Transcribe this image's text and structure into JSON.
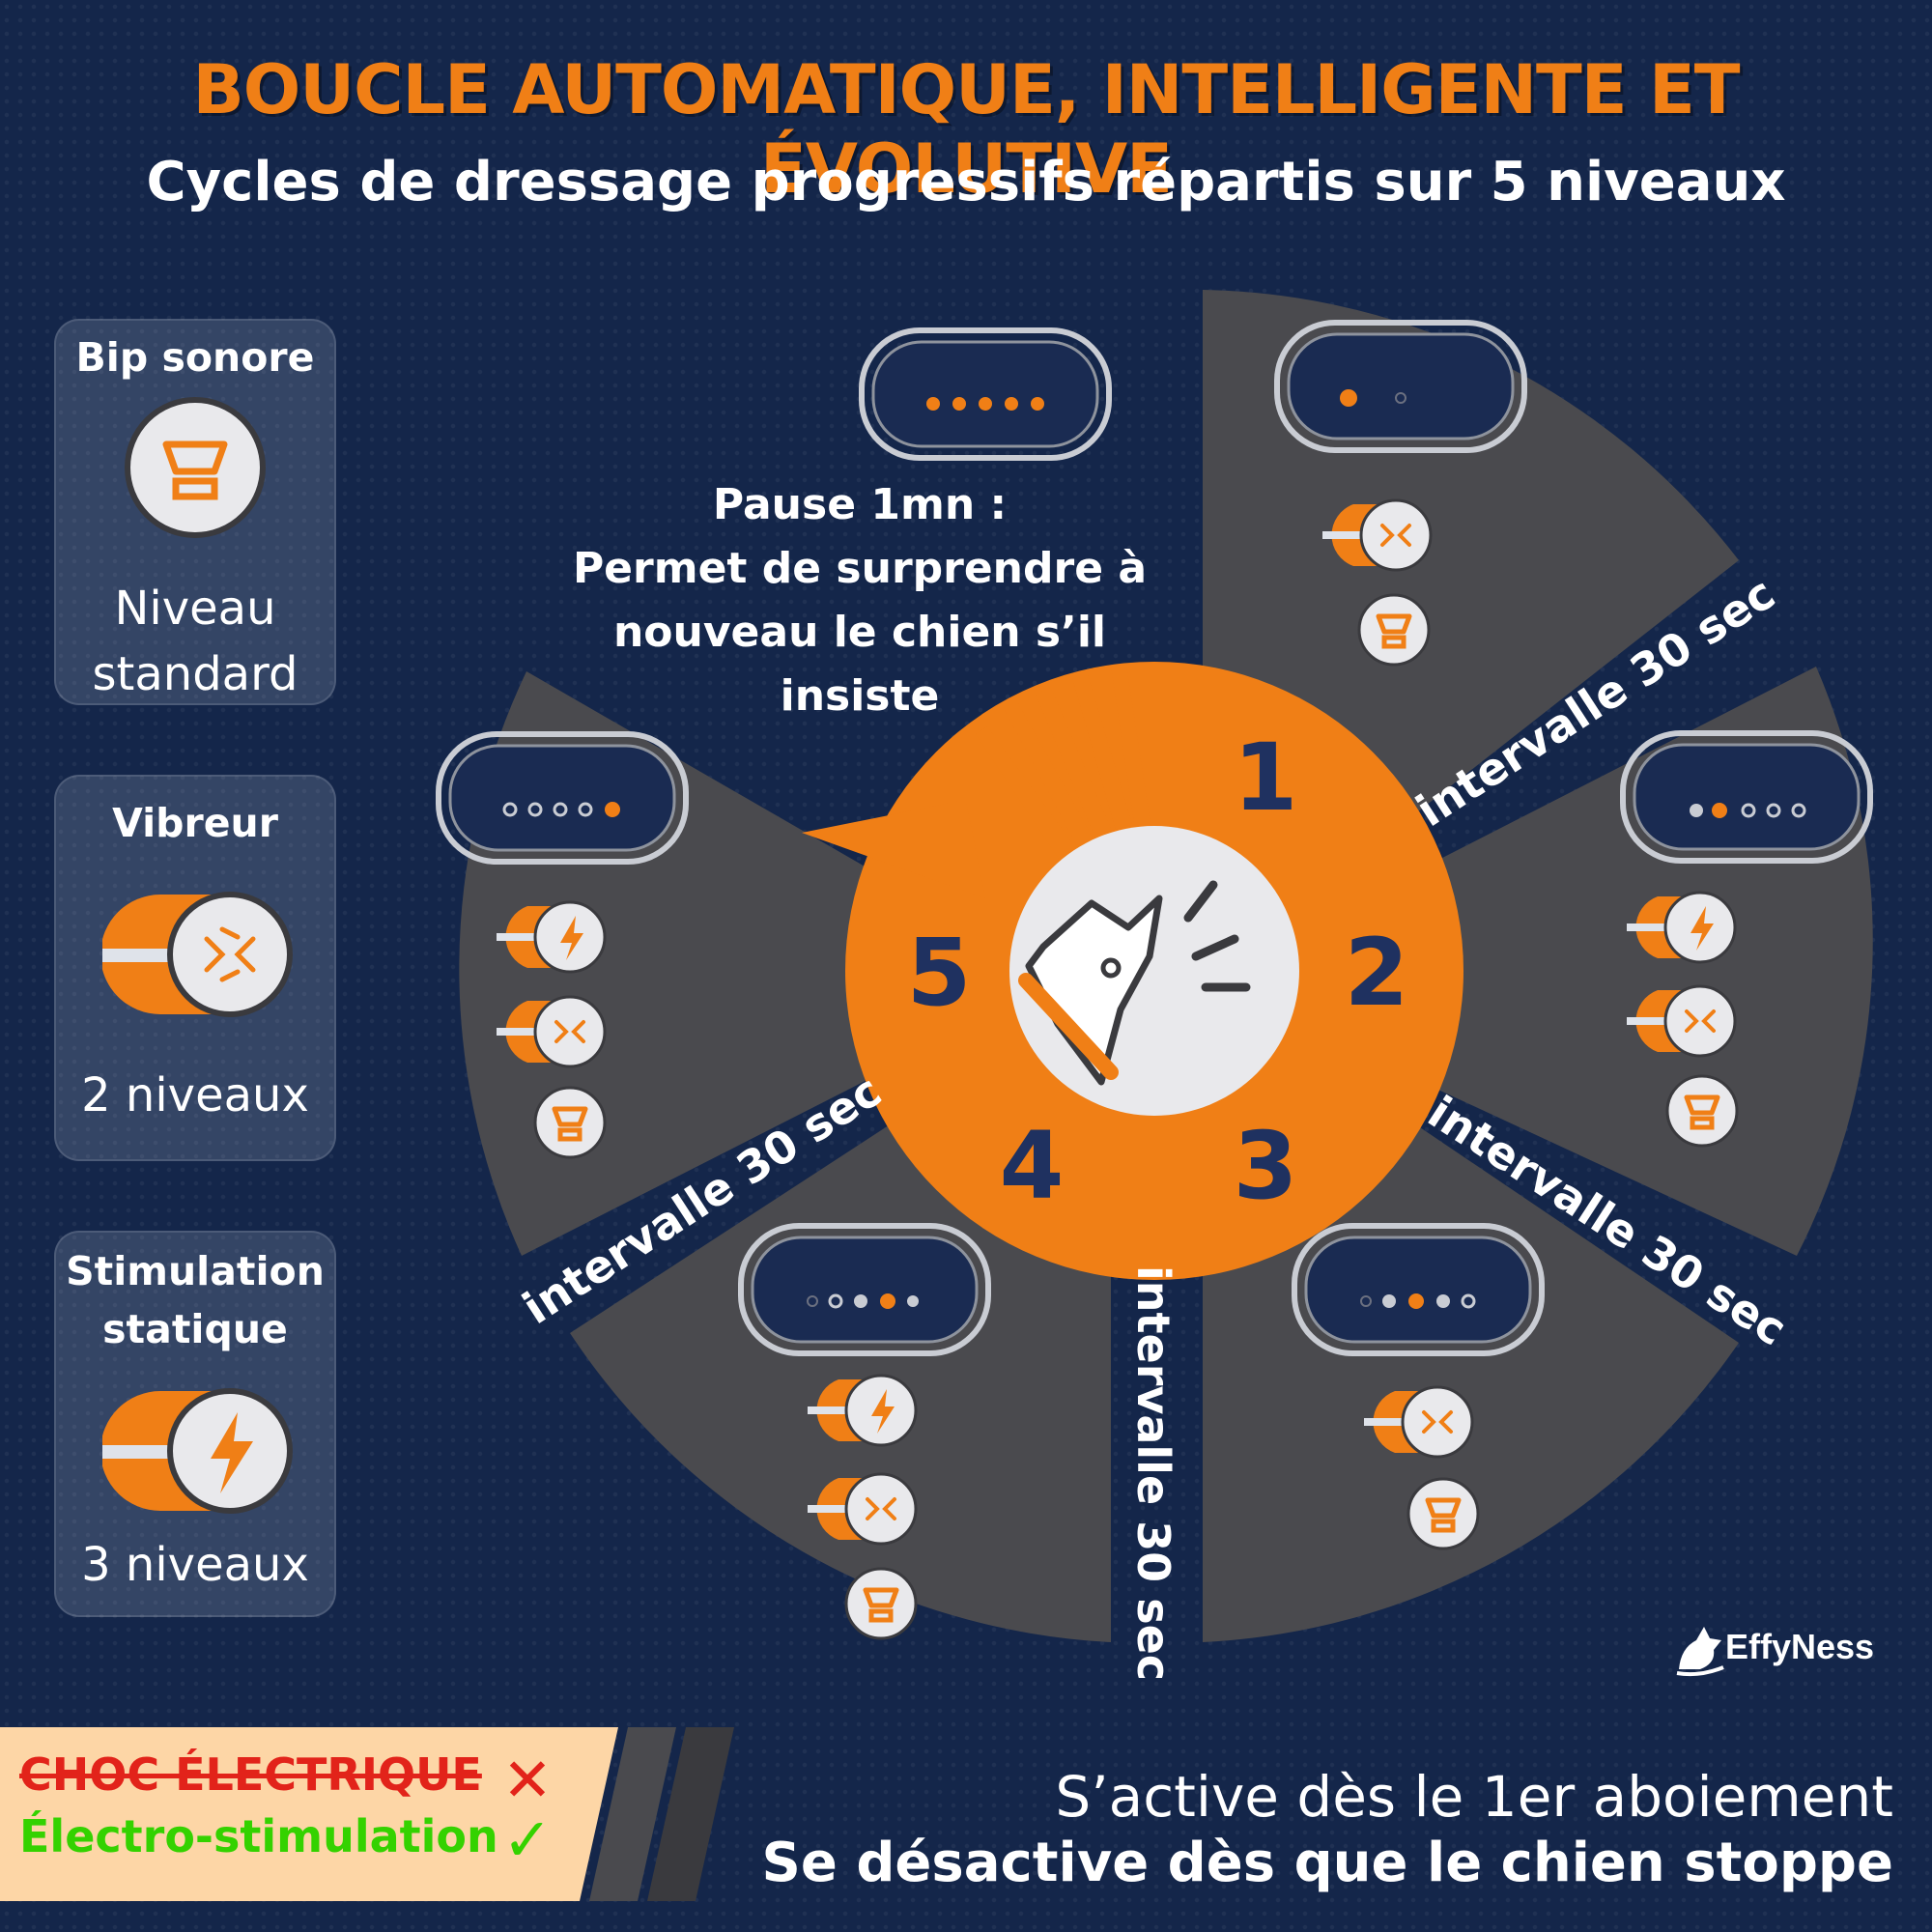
{
  "header": {
    "title": "BOUCLE AUTOMATIQUE, INTELLIGENTE ET ÉVOLUTIVE",
    "subtitle": "Cycles de dressage progressifs répartis sur 5 niveaux"
  },
  "features": [
    {
      "title": "Bip sonore",
      "icon": "speaker-icon",
      "detail_line1": "Niveau",
      "detail_line2": "standard"
    },
    {
      "title": "Vibreur",
      "icon": "vibration-icon",
      "detail": "2 niveaux"
    },
    {
      "title_line1": "Stimulation",
      "title_line2": "statique",
      "icon": "lightning-icon",
      "detail": "3 niveaux"
    }
  ],
  "cycle": {
    "steps": [
      "1",
      "2",
      "3",
      "4",
      "5"
    ],
    "interval_label": "intervalle 30 sec",
    "pause": {
      "line1": "Pause 1mn :",
      "line2": "Permet de surprendre à",
      "line3": "nouveau le chien s’il",
      "line4": "insiste"
    }
  },
  "bottom": {
    "crossed": "CHOC ÉLECTRIQUE",
    "approved": "Électro-stimulation",
    "activate": "S’active dès le 1er aboiement",
    "deactivate": "Se désactive dès que le chien stoppe"
  },
  "brand": {
    "name": "EffyNess"
  },
  "colors": {
    "accent": "#f07f16",
    "background": "#14264a",
    "sector": "#4a4a4e",
    "crossed": "#e2231a",
    "approved": "#34d200"
  }
}
